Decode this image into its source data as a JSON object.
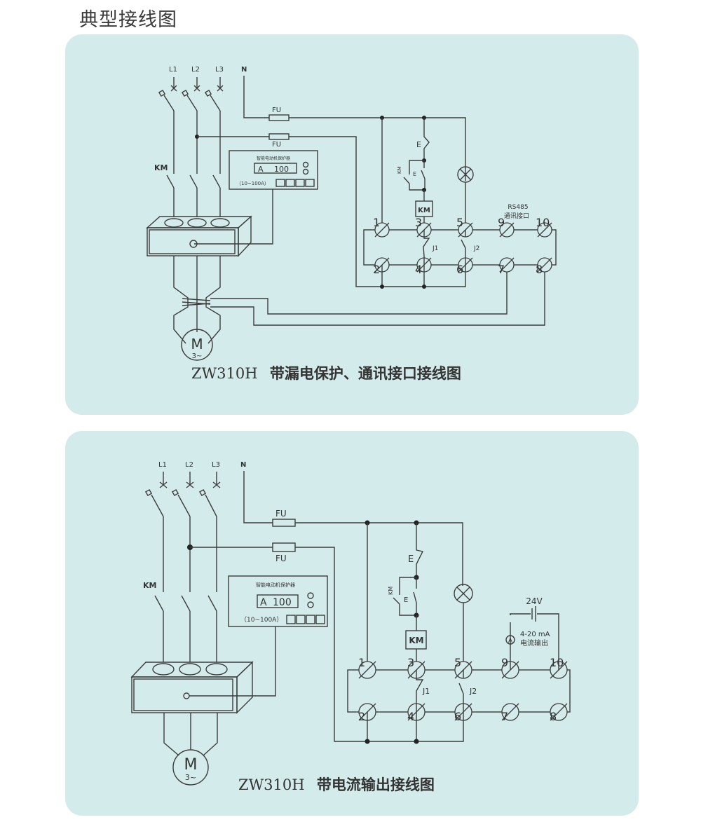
{
  "page_title": "典型接线图",
  "colors": {
    "panel_bg": "#d4ebeb",
    "line": "#3c3c3c",
    "text": "#333333"
  },
  "common": {
    "phases": [
      "L1",
      "L2",
      "L3",
      "N"
    ],
    "fuse_label": "FU",
    "contactor_label": "KM",
    "relay_coil_label": "KM",
    "stop_button_label": "E",
    "start_button_label": "E",
    "aux_contact_label": "KM",
    "relay_contacts": [
      "J1",
      "J2"
    ],
    "motor_label": "M",
    "motor_sub": "3~",
    "protector": {
      "title": "智能电动机保护器",
      "display_unit": "A",
      "display_value": "100",
      "range": "（10~100A）"
    },
    "terminals_top": [
      "1",
      "3",
      "5",
      "9",
      "10"
    ],
    "terminals_bottom": [
      "2",
      "4",
      "6",
      "7",
      "8"
    ]
  },
  "diagram1": {
    "interface_label_1": "RS485",
    "interface_label_2": "通讯接口",
    "caption_model": "ZW310H",
    "caption_text": "带漏电保护、通讯接口接线图"
  },
  "diagram2": {
    "supply_label": "24V",
    "ammeter_symbol": "A",
    "output_label_1": "4-20 mA",
    "output_label_2": "电流输出",
    "caption_model": "ZW310H",
    "caption_text": "带电流输出接线图"
  }
}
